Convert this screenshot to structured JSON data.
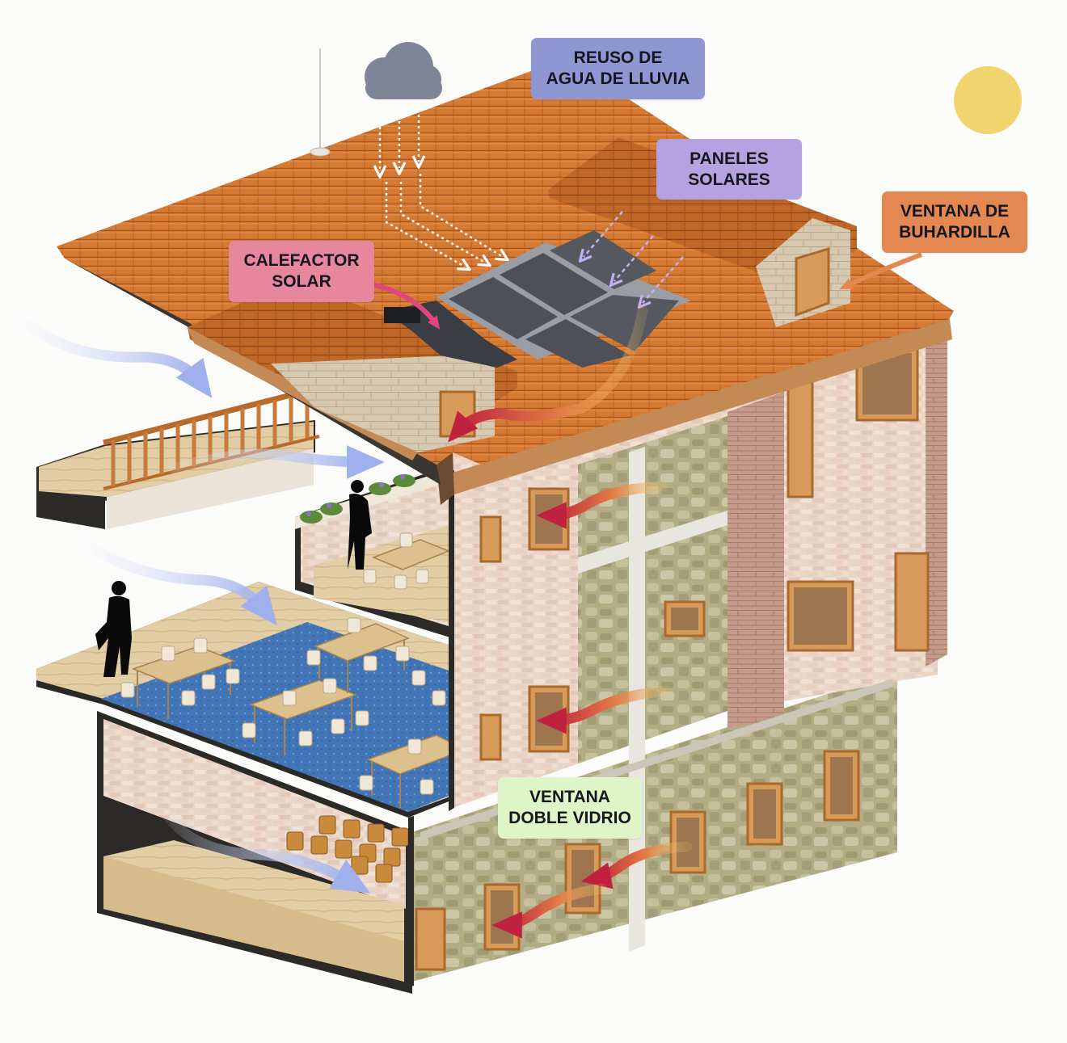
{
  "labels": {
    "rain_reuse": {
      "line1": "REUSO DE",
      "line2": "AGUA DE LLUVIA",
      "color": "#8f97d3"
    },
    "solar_panels": {
      "line1": "PANELES",
      "line2": "SOLARES",
      "color": "#b4a3e0"
    },
    "dormer_window": {
      "line1": "VENTANA DE",
      "line2": "BUHARDILLA",
      "color": "#e48851"
    },
    "solar_heater": {
      "line1": "CALEFACTOR",
      "line2": "SOLAR",
      "color": "#e6879e"
    },
    "double_glazing": {
      "line1": "VENTANA",
      "line2": "DOBLE VIDRIO",
      "color": "#def5c8"
    }
  },
  "icons": {
    "cloud": "cloud-icon",
    "sun": "sun-icon",
    "person": "person-silhouette-icon"
  },
  "colors": {
    "roof_tile": "#d4772f",
    "stone_wall": "#b0aa82",
    "brick_wall": "#e9d3c5",
    "wood": "#c9874a",
    "floor_blue": "#3f78b8",
    "sun": "#f2d46e",
    "cloud": "#7f8596",
    "wind_arrow": "#a7b6ec",
    "heat_arrow": "#c0243e"
  }
}
